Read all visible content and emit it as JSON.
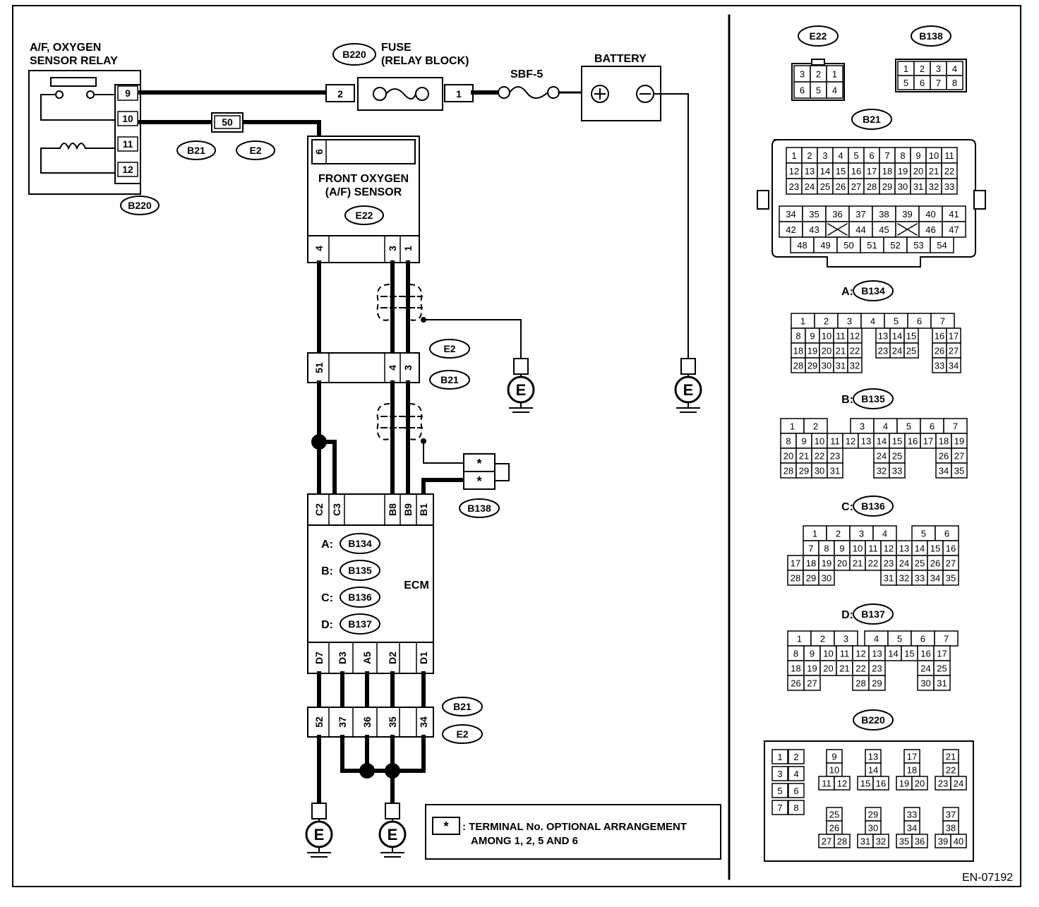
{
  "relay": {
    "title": [
      "A/F, OXYGEN",
      "SENSOR RELAY"
    ],
    "pins": [
      "9",
      "10",
      "11",
      "12"
    ],
    "connector": "B220"
  },
  "fuse": {
    "title": [
      "FUSE",
      "(RELAY BLOCK)"
    ],
    "connector": "B220",
    "pin_in": "2",
    "pin_out": "1"
  },
  "sbf": {
    "label": "SBF-5"
  },
  "battery": {
    "title": "BATTERY",
    "plus": "⊕",
    "minus": "⊖"
  },
  "joint50": {
    "pin": "50",
    "tags": [
      "B21",
      "E2"
    ]
  },
  "sensor": {
    "title": [
      "FRONT OXYGEN",
      "(A/F) SENSOR"
    ],
    "connector": "E22",
    "top_pin": "6",
    "bottom_pins": [
      "4",
      "3",
      "1"
    ]
  },
  "joint_mid": {
    "pins": [
      "51",
      "4",
      "3"
    ],
    "tags": [
      "E2",
      "B21"
    ]
  },
  "ecm": {
    "title": "ECM",
    "top_pins": [
      "C2",
      "C3",
      "B8",
      "B9",
      "B1"
    ],
    "bottom_pins": [
      "D7",
      "D3",
      "A5",
      "D2",
      "D1"
    ],
    "connectors": [
      {
        "letter": "A:",
        "code": "B134"
      },
      {
        "letter": "B:",
        "code": "B135"
      },
      {
        "letter": "C:",
        "code": "B136"
      },
      {
        "letter": "D:",
        "code": "B137"
      }
    ]
  },
  "b138": {
    "tag": "B138",
    "pins": [
      "*",
      "*"
    ]
  },
  "joint_bot": {
    "pins": [
      "52",
      "37",
      "36",
      "35",
      "34"
    ],
    "tags": [
      "B21",
      "E2"
    ]
  },
  "ground": {
    "label": "E"
  },
  "legend": {
    "symbol": "*",
    "text": [
      ": TERMINAL No. OPTIONAL ARRANGEMENT",
      "AMONG 1, 2, 5 AND 6"
    ]
  },
  "connector_views": {
    "e22": {
      "tag": "E22",
      "rows": [
        [
          "3",
          "2",
          "1"
        ],
        [
          "6",
          "5",
          "4"
        ]
      ]
    },
    "b138": {
      "tag": "B138",
      "rows": [
        [
          "1",
          "2",
          "3",
          "4"
        ],
        [
          "5",
          "6",
          "7",
          "8"
        ]
      ]
    },
    "b21": {
      "tag": "B21",
      "upper_rows": [
        [
          "1",
          "2",
          "3",
          "4",
          "5",
          "6",
          "7",
          "8",
          "9",
          "10",
          "11"
        ],
        [
          "12",
          "13",
          "14",
          "15",
          "16",
          "17",
          "18",
          "19",
          "20",
          "21",
          "22"
        ],
        [
          "23",
          "24",
          "25",
          "26",
          "27",
          "28",
          "29",
          "30",
          "31",
          "32",
          "33"
        ]
      ],
      "lower_rows": [
        [
          "34",
          "35",
          "36",
          "37",
          "38",
          "39",
          "40",
          "41"
        ],
        [
          "42",
          "43",
          "X",
          "44",
          "45",
          "X",
          "46",
          "47"
        ],
        [
          "48",
          "49",
          "50",
          "51",
          "52",
          "53",
          "54"
        ]
      ]
    },
    "b134": {
      "prefix": "A:",
      "tag": "B134",
      "head": [
        "1",
        "2",
        "3",
        "4",
        "5",
        "6",
        "7"
      ],
      "rows": [
        [
          "8",
          "9",
          "10",
          "11",
          "12",
          "",
          "13",
          "14",
          "15",
          "",
          "16",
          "17"
        ],
        [
          "18",
          "19",
          "20",
          "21",
          "22",
          "",
          "23",
          "24",
          "25",
          "",
          "26",
          "27"
        ],
        [
          "28",
          "29",
          "30",
          "31",
          "32",
          "",
          "",
          "",
          "",
          "",
          "33",
          "34"
        ]
      ]
    },
    "b135": {
      "prefix": "B:",
      "tag": "B135",
      "head": [
        "1",
        "2",
        "",
        "3",
        "4",
        "5",
        "6",
        "7"
      ],
      "rows": [
        [
          "8",
          "9",
          "10",
          "11",
          "12",
          "13",
          "14",
          "15",
          "16",
          "17",
          "18",
          "19"
        ],
        [
          "20",
          "21",
          "22",
          "23",
          "",
          "",
          "24",
          "25",
          "",
          "",
          "26",
          "27"
        ],
        [
          "28",
          "29",
          "30",
          "31",
          "",
          "",
          "32",
          "33",
          "",
          "",
          "34",
          "35"
        ]
      ]
    },
    "b136": {
      "prefix": "C:",
      "tag": "B136",
      "head": [
        "1",
        "2",
        "3",
        "4",
        "",
        "5",
        "6"
      ],
      "rows": [
        [
          "",
          "7",
          "8",
          "9",
          "10",
          "11",
          "12",
          "13",
          "14",
          "15",
          "16"
        ],
        [
          "17",
          "18",
          "19",
          "20",
          "21",
          "22",
          "23",
          "24",
          "25",
          "26",
          "27"
        ],
        [
          "28",
          "29",
          "30",
          "",
          "",
          "",
          "31",
          "32",
          "33",
          "34",
          "35"
        ]
      ]
    },
    "b137": {
      "prefix": "D:",
      "tag": "B137",
      "head": [
        "1",
        "2",
        "3",
        "4",
        "5",
        "6",
        "7"
      ],
      "rows": [
        [
          "8",
          "9",
          "10",
          "11",
          "12",
          "13",
          "14",
          "15",
          "16",
          "17"
        ],
        [
          "18",
          "19",
          "20",
          "21",
          "22",
          "23",
          "",
          "",
          "24",
          "25"
        ],
        [
          "26",
          "27",
          "",
          "",
          "28",
          "29",
          "",
          "",
          "30",
          "31"
        ]
      ]
    },
    "b220": {
      "tag": "B220",
      "left_pairs": [
        [
          "1",
          "2"
        ],
        [
          "3",
          "4"
        ],
        [
          "5",
          "6"
        ],
        [
          "7",
          "8"
        ]
      ],
      "groups": [
        [
          "9",
          "10",
          "11",
          "12"
        ],
        [
          "13",
          "14",
          "15",
          "16"
        ],
        [
          "17",
          "18",
          "19",
          "20"
        ],
        [
          "21",
          "22",
          "23",
          "24"
        ],
        [
          "25",
          "26",
          "27",
          "28"
        ],
        [
          "29",
          "30",
          "31",
          "32"
        ],
        [
          "33",
          "34",
          "35",
          "36"
        ],
        [
          "37",
          "38",
          "39",
          "40"
        ]
      ]
    }
  },
  "figure_id": "EN-07192"
}
